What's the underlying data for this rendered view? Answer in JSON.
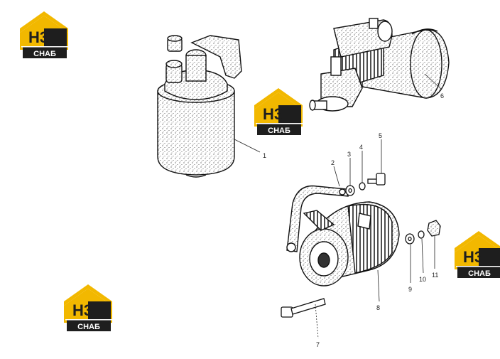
{
  "logo": {
    "mark": "Н3",
    "caption": "СНАБ",
    "colors": {
      "roof": "#f2b800",
      "dark": "#222222",
      "text": "#ffffff"
    }
  },
  "parts": [
    {
      "number": "1",
      "name": "fuel-filter"
    },
    {
      "number": "2",
      "name": "bracket-strap"
    },
    {
      "number": "3",
      "name": "washer"
    },
    {
      "number": "4",
      "name": "spring-washer"
    },
    {
      "number": "5",
      "name": "bolt"
    },
    {
      "number": "6",
      "name": "starter-motor"
    },
    {
      "number": "7",
      "name": "long-bolt"
    },
    {
      "number": "8",
      "name": "alternator"
    },
    {
      "number": "9",
      "name": "washer"
    },
    {
      "number": "10",
      "name": "spring-washer"
    },
    {
      "number": "11",
      "name": "nut"
    }
  ]
}
